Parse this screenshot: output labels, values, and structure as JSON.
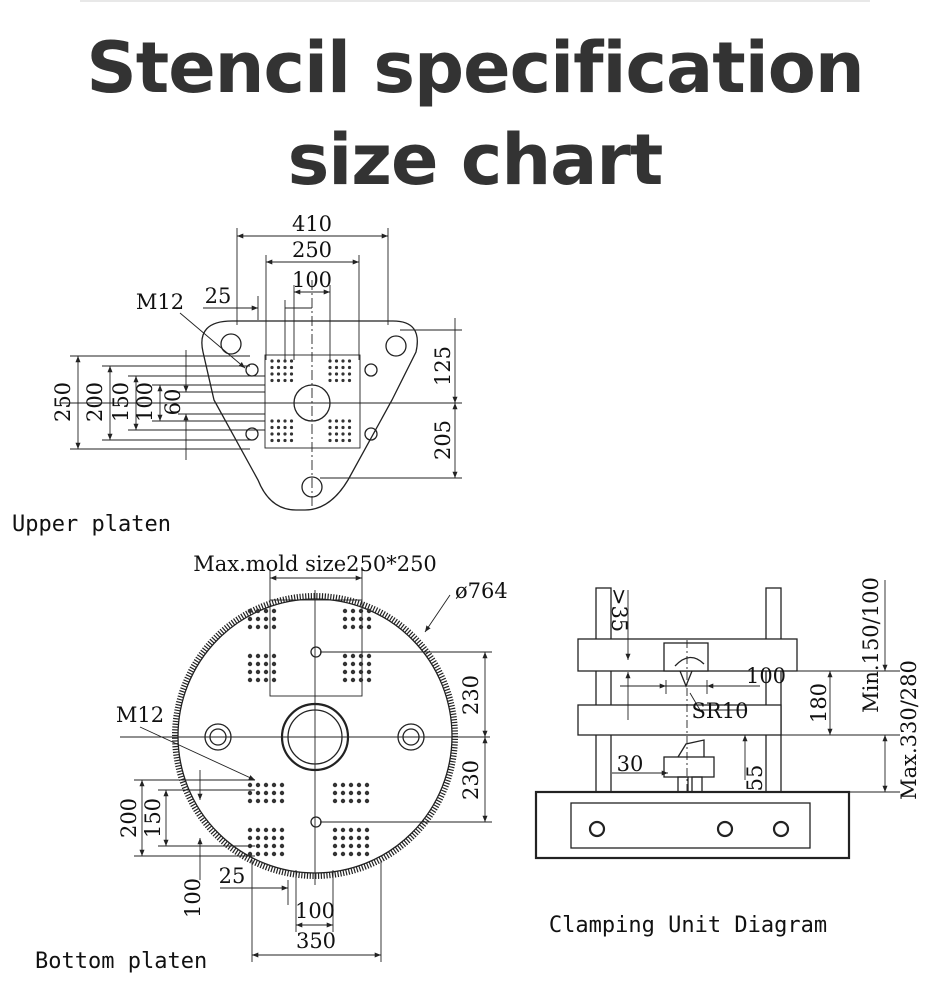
{
  "title": {
    "line1": "Stencil specification",
    "line2": "size chart"
  },
  "upper_platen": {
    "caption": "Upper platen",
    "bolt_label": "M12",
    "dims": {
      "w410": "410",
      "w250": "250",
      "w100": "100",
      "w25": "25",
      "h250": "250",
      "h200": "200",
      "h150": "150",
      "h100": "100",
      "h60": "60",
      "h125": "125",
      "h205": "205"
    }
  },
  "bottom_platen": {
    "caption": "Bottom platen",
    "max_mold": "Max.mold size250*250",
    "diameter": "ø764",
    "bolt_label": "M12",
    "dims": {
      "h230a": "230",
      "h230b": "230",
      "h200": "200",
      "h150": "150",
      "v100": "100",
      "w25": "25",
      "w100": "100",
      "w350": "350"
    }
  },
  "clamping_unit": {
    "caption": "Clamping Unit Diagram",
    "dims": {
      "gt35": ">35",
      "d100": "100",
      "sr10": "SR10",
      "d180": "180",
      "min": "Min.150/100",
      "max": "Max.330/280",
      "d30": "30",
      "d55": "55"
    }
  }
}
